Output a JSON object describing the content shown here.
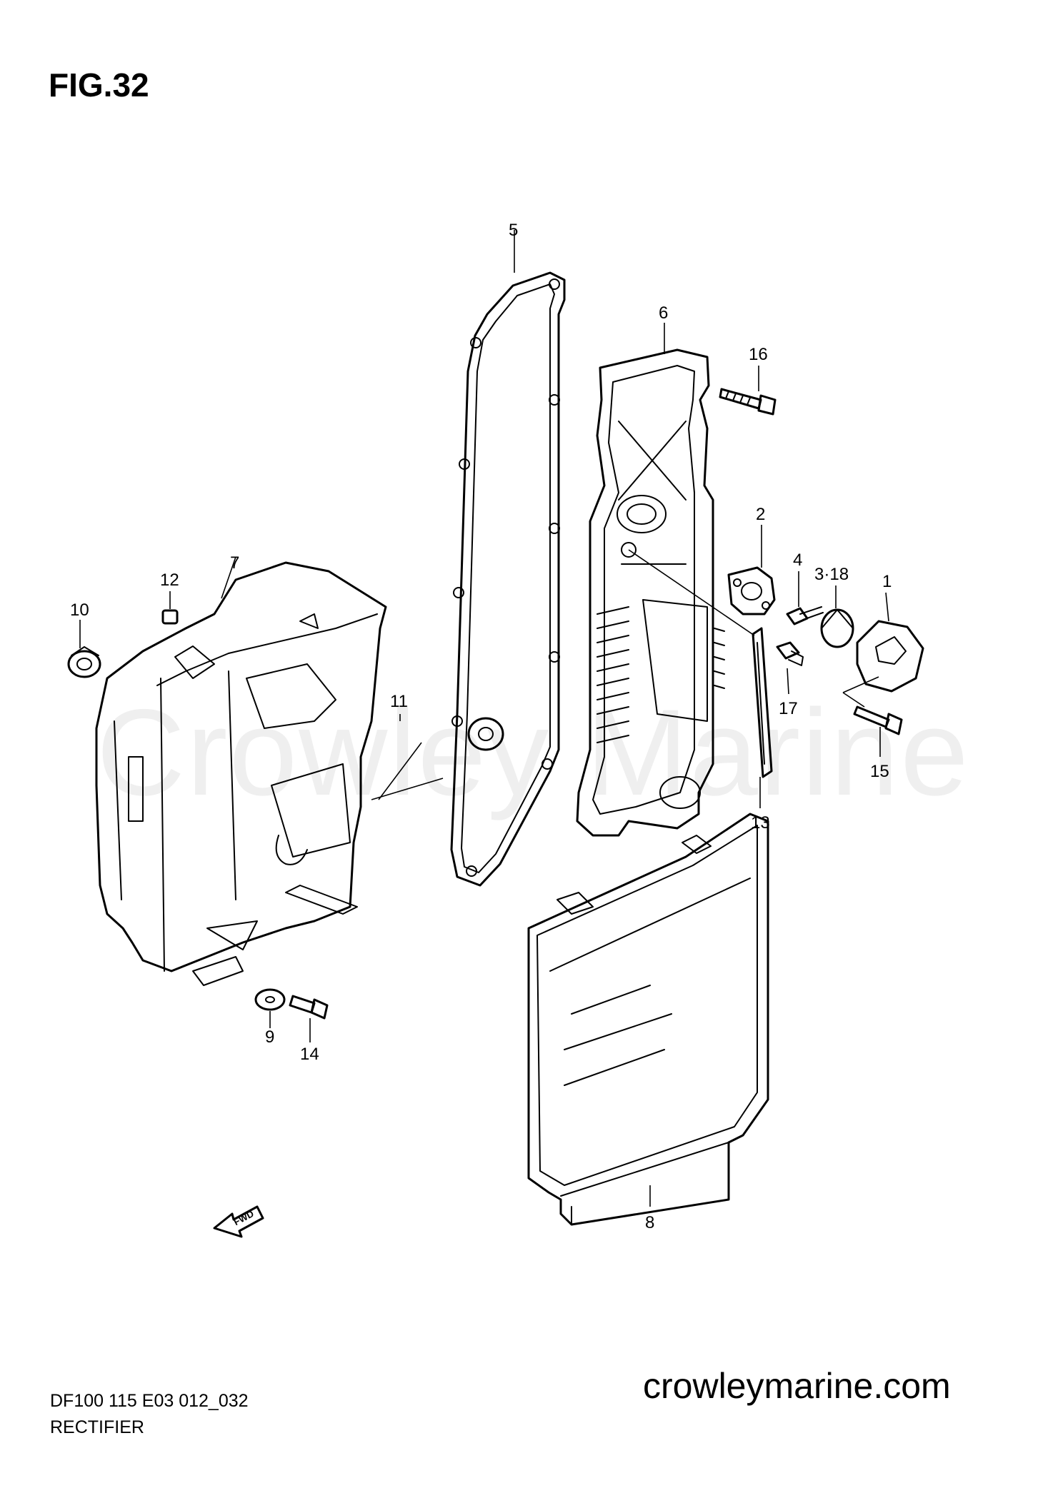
{
  "figure": {
    "title": "FIG.32"
  },
  "watermark": "Crowley Marine",
  "footer": {
    "model_code": "DF100 115 E03 012_032",
    "part_name": "RECTIFIER",
    "site": "crowleymarine.com"
  },
  "fwd_label": "FWD",
  "callouts": [
    {
      "id": "c1",
      "label": "1"
    },
    {
      "id": "c2",
      "label": "2"
    },
    {
      "id": "c3",
      "label": "3·18"
    },
    {
      "id": "c4",
      "label": "4"
    },
    {
      "id": "c5",
      "label": "5"
    },
    {
      "id": "c6",
      "label": "6"
    },
    {
      "id": "c7",
      "label": "7"
    },
    {
      "id": "c8",
      "label": "8"
    },
    {
      "id": "c9",
      "label": "9"
    },
    {
      "id": "c10",
      "label": "10"
    },
    {
      "id": "c11",
      "label": "11"
    },
    {
      "id": "c12",
      "label": "12"
    },
    {
      "id": "c13",
      "label": "13"
    },
    {
      "id": "c14",
      "label": "14"
    },
    {
      "id": "c15",
      "label": "15"
    },
    {
      "id": "c16",
      "label": "16"
    },
    {
      "id": "c17",
      "label": "17"
    }
  ]
}
